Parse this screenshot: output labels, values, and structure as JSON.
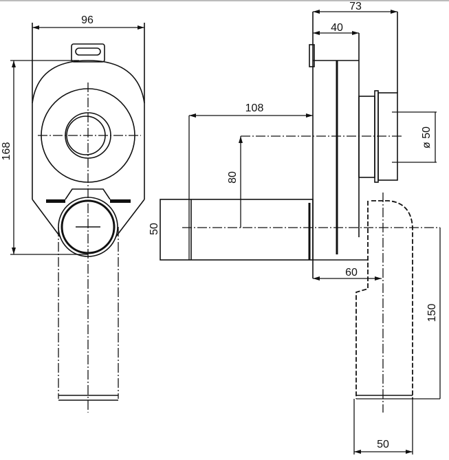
{
  "dimensions": {
    "front_width": "96",
    "front_height": "168",
    "side_depth_total": "73",
    "side_depth_body": "40",
    "horizontal_offset": "108",
    "vertical_offset": "80",
    "inlet_diameter": "50",
    "outlet_diameter": "ø 50",
    "outlet_offset": "60",
    "drop_length": "150",
    "drop_pipe_diameter": "50"
  }
}
